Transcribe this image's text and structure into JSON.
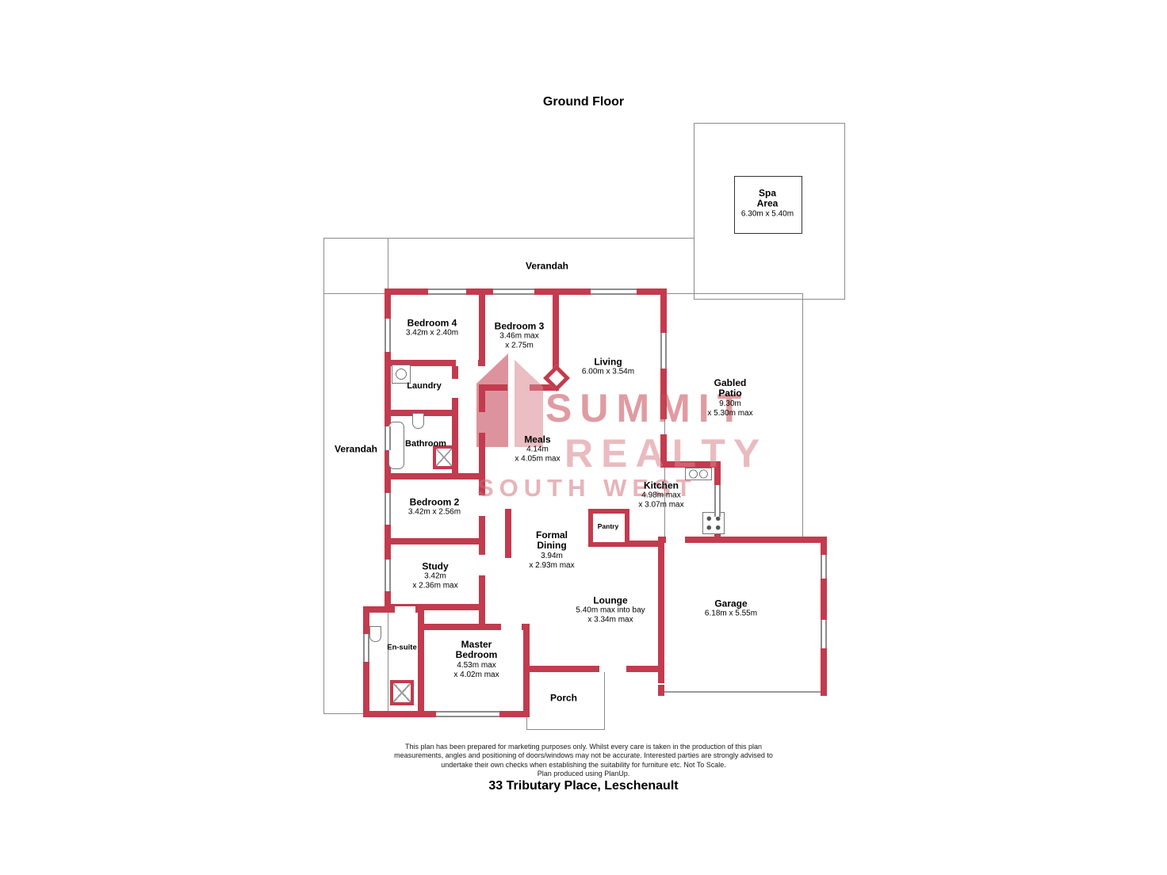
{
  "title": "Ground Floor",
  "address": "33 Tributary Place, Leschenault",
  "colors": {
    "wall": "#c23b4e",
    "outline": "#8c8c8c",
    "watermark_strong": "#c74a5a",
    "watermark_light": "#d98a93"
  },
  "watermark": {
    "line1": "SUMMIT",
    "line2": "REALTY",
    "line3": "SOUTH WEST"
  },
  "disclaimer_lines": [
    "This plan has been prepared for marketing purposes only. Whilst every care is taken in the production of this plan",
    "measurements, angles and positioning of doors/windows may not be accurate. Interested parties are strongly advised to",
    "undertake their own checks when establishing the suitability for furniture etc. Not To Scale.",
    "Plan produced using PlanUp."
  ],
  "rooms": {
    "spa": {
      "label": "Spa Area",
      "dims": "6.30m x 5.40m"
    },
    "verandah_top": {
      "label": "Verandah"
    },
    "verandah_left": {
      "label": "Verandah"
    },
    "bedroom4": {
      "label": "Bedroom 4",
      "dims": "3.42m x 2.40m"
    },
    "bedroom3": {
      "label": "Bedroom 3",
      "dims": "3.46m max",
      "dims2": "x 2.75m"
    },
    "living": {
      "label": "Living",
      "dims": "6.00m x 3.54m"
    },
    "gabled_patio": {
      "label": "Gabled Patio",
      "dims": "9.30m",
      "dims2": "x 5.30m max"
    },
    "laundry": {
      "label": "Laundry"
    },
    "bathroom": {
      "label": "Bathroom"
    },
    "meals": {
      "label": "Meals",
      "dims": "4.14m",
      "dims2": "x 4.05m max"
    },
    "kitchen": {
      "label": "Kitchen",
      "dims": "4.98m max",
      "dims2": "x 3.07m max"
    },
    "bedroom2": {
      "label": "Bedroom 2",
      "dims": "3.42m x 2.56m"
    },
    "pantry": {
      "label": "Pantry"
    },
    "formal_dining": {
      "label": "Formal Dining",
      "dims": "3.94m",
      "dims2": "x 2.93m max"
    },
    "study": {
      "label": "Study",
      "dims": "3.42m",
      "dims2": "x 2.36m max"
    },
    "lounge": {
      "label": "Lounge",
      "dims": "5.40m max into bay",
      "dims2": "x 3.34m max"
    },
    "garage": {
      "label": "Garage",
      "dims": "6.18m x 5.55m"
    },
    "ensuite": {
      "label": "En-suite"
    },
    "master": {
      "label": "Master Bedroom",
      "dims": "4.53m max",
      "dims2": "x 4.02m max"
    },
    "porch": {
      "label": "Porch"
    }
  },
  "icons": {
    "bathtub-icon": "rounded-rectangle",
    "shower-icon": "square-with-diagonals",
    "toilet-icon": "small-rounded-rect",
    "laundry-trough-icon": "square-with-circle",
    "stove-icon": "square-with-four-burners",
    "kitchen-sink-icon": "rect-with-two-basins",
    "fireplace-icon": "rotated-square",
    "summit-house-logo": "two-tone-house-shape",
    "window-marker": "double-thin-lines",
    "door-opening": "wall-gap"
  }
}
